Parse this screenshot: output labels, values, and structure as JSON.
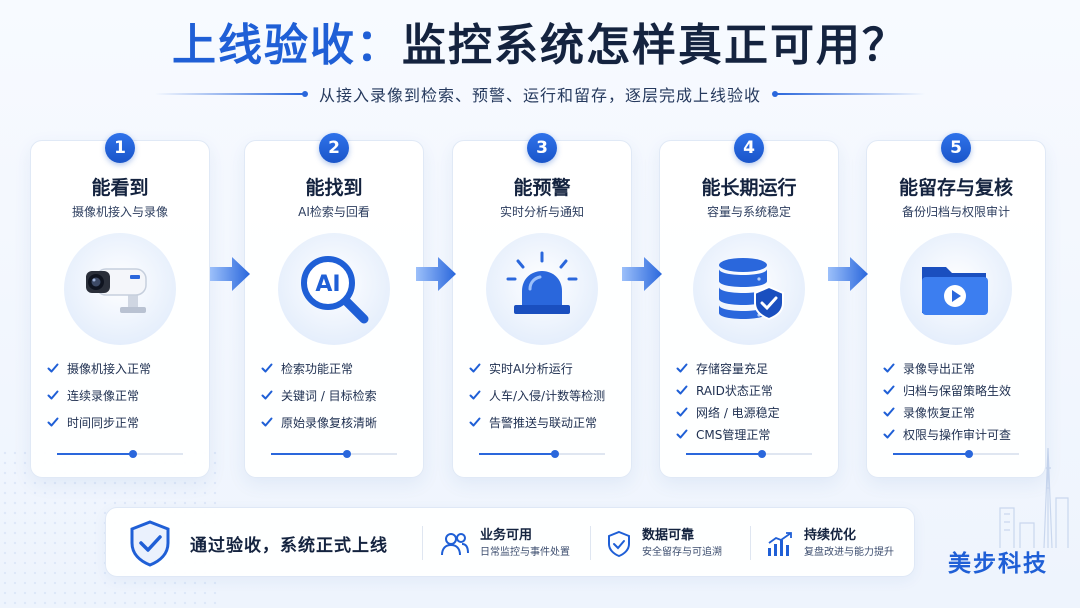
{
  "header": {
    "title_highlight": "上线验收：",
    "title_rest": "监控系统怎样真正可用？",
    "subtitle": "从接入录像到检索、预警、运行和留存，逐层完成上线验收"
  },
  "colors": {
    "accent": "#1f5fd6",
    "text_dark": "#14233f",
    "check": "#1f5fd6"
  },
  "steps": [
    {
      "number": "1",
      "title": "能看到",
      "subtitle": "摄像机接入与录像",
      "icon": "camera-icon",
      "checks": [
        "摄像机接入正常",
        "连续录像正常",
        "时间同步正常"
      ],
      "progress": 0.6
    },
    {
      "number": "2",
      "title": "能找到",
      "subtitle": "AI检索与回看",
      "icon": "ai-search-icon",
      "icon_text": "AI",
      "checks": [
        "检索功能正常",
        "关键词 / 目标检索",
        "原始录像复核清晰"
      ],
      "progress": 0.6
    },
    {
      "number": "3",
      "title": "能预警",
      "subtitle": "实时分析与通知",
      "icon": "alarm-light-icon",
      "checks": [
        "实时AI分析运行",
        "人车/入侵/计数等检测",
        "告警推送与联动正常"
      ],
      "progress": 0.6
    },
    {
      "number": "4",
      "title": "能长期运行",
      "subtitle": "容量与系统稳定",
      "icon": "database-shield-icon",
      "checks": [
        "存储容量充足",
        "RAID状态正常",
        "网络 / 电源稳定",
        "CMS管理正常"
      ],
      "progress": 0.6
    },
    {
      "number": "5",
      "title": "能留存与复核",
      "subtitle": "备份归档与权限审计",
      "icon": "folder-play-icon",
      "checks": [
        "录像导出正常",
        "归档与保留策略生效",
        "录像恢复正常",
        "权限与操作审计可查"
      ],
      "progress": 0.6
    }
  ],
  "summary": {
    "main": "通过验收，系统正式上线",
    "main_icon": "shield-check-icon",
    "items": [
      {
        "title": "业务可用",
        "subtitle": "日常监控与事件处置",
        "icon": "users-icon"
      },
      {
        "title": "数据可靠",
        "subtitle": "安全留存与可追溯",
        "icon": "shield-check-icon"
      },
      {
        "title": "持续优化",
        "subtitle": "复盘改进与能力提升",
        "icon": "chart-up-icon"
      }
    ]
  },
  "brand": "美步科技"
}
